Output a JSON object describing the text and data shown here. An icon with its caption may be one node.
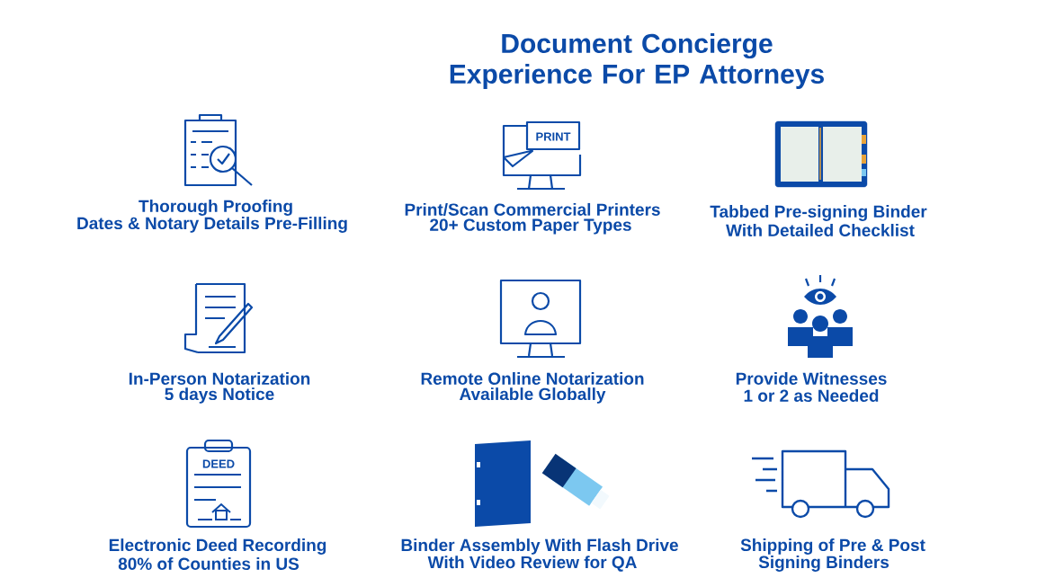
{
  "diagram": {
    "title": "Document Concierge Experience For EP Attorneys",
    "labels": [
      "PRINT",
      "Thorough Proofing",
      "Dates & Notary Details Pre-Filling",
      "Print/Scan Commercial Printers",
      "20+ Custom Paper Types",
      "Tabbed Pre-signing Binder",
      "With Detailed Checklist",
      "In-Person Notarization",
      "5 days Notice",
      "Remote Online Notarization",
      "Available Globally",
      "Provide Witnesses",
      "1 or 2 as Needed",
      "DEED",
      "Electronic Deed Recording",
      "80% of Counties in US",
      "Binder Assembly With Flash Drive",
      "With Video Review for QA",
      "Shipping of Pre & Post",
      "Signing Binders"
    ]
  }
}
